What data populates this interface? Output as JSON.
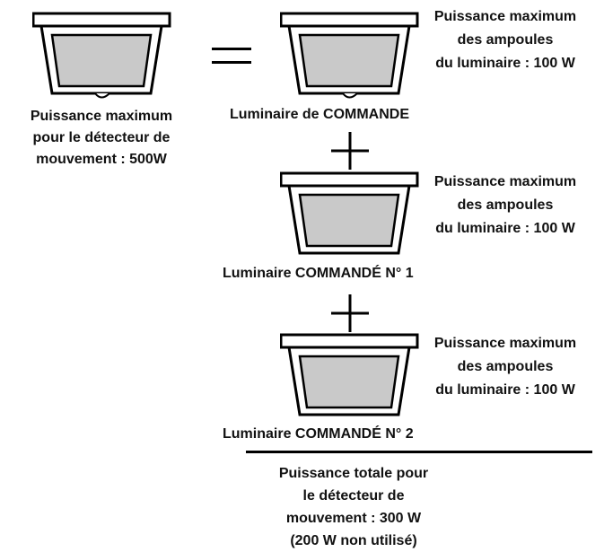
{
  "motion_detector": {
    "label_lines": [
      "Puissance maximum",
      "pour le détecteur de",
      "mouvement : 500W"
    ]
  },
  "equals_symbol": "=",
  "plus_symbol": "+",
  "control_fixture": {
    "caption": "Luminaire de COMMANDE",
    "power_lines": [
      "Puissance maximum",
      "des ampoules",
      "du luminaire : 100 W"
    ]
  },
  "slave_fixture_1": {
    "caption": "Luminaire COMMANDÉ N° 1",
    "power_lines": [
      "Puissance maximum",
      "des ampoules",
      "du luminaire : 100 W"
    ]
  },
  "slave_fixture_2": {
    "caption": "Luminaire COMMANDÉ N° 2",
    "power_lines": [
      "Puissance maximum",
      "des ampoules",
      "du luminaire : 100 W"
    ]
  },
  "total": {
    "lines": [
      "Puissance totale pour",
      "le détecteur de",
      "mouvement : 300 W",
      "(200 W non utilisé)"
    ]
  },
  "colors": {
    "ink": "#111111",
    "glass": "#c9c9c9",
    "housing": "#ffffff"
  }
}
